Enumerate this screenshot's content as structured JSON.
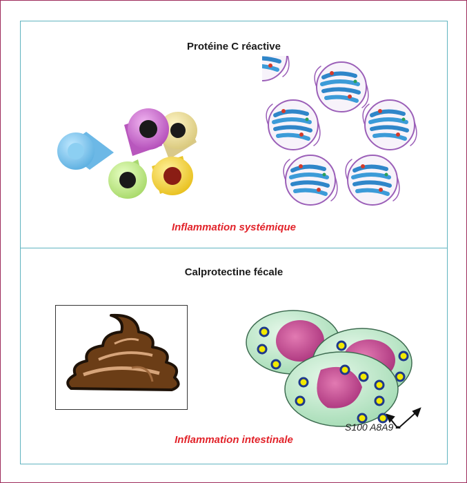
{
  "top_panel": {
    "title": "Protéine C réactive",
    "caption": "Inflammation systémique"
  },
  "bottom_panel": {
    "title": "Calprotectine fécale",
    "caption": "Inflammation intestinale",
    "cell_label": "S100 A8A9"
  },
  "colors": {
    "frame_outer": "#9c2a5b",
    "frame_inner": "#5fb3bf",
    "caption_red": "#e2232a"
  }
}
